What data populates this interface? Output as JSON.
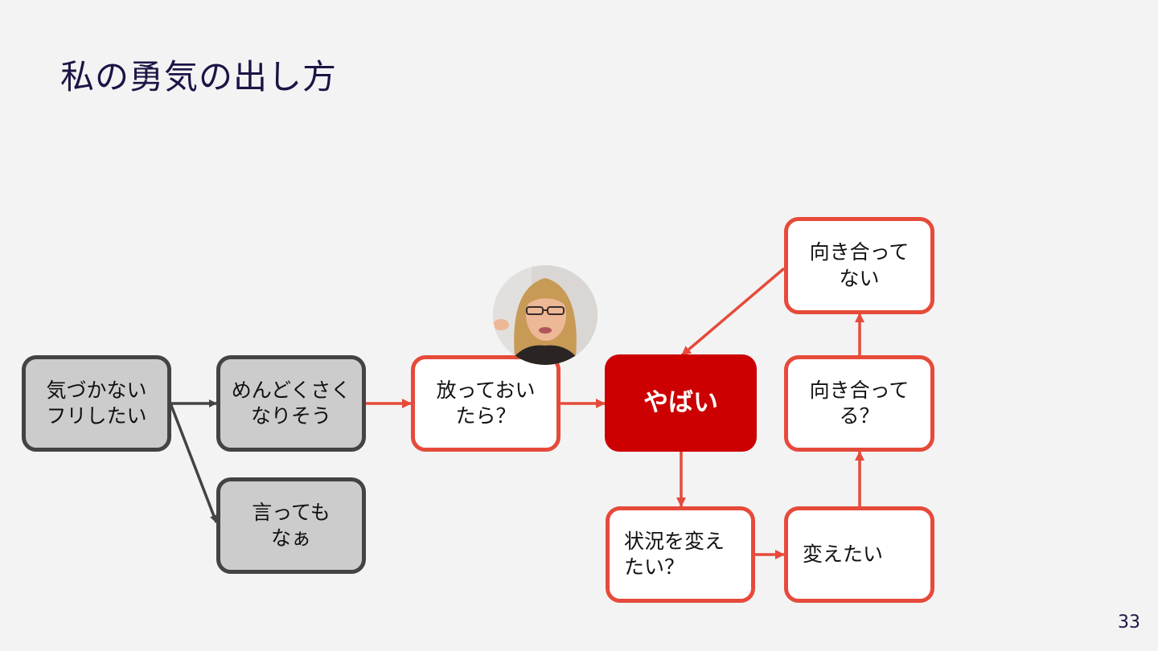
{
  "title": "私の勇気の出し方",
  "page_number": "33",
  "colors": {
    "gray_fill": "#cccccc",
    "gray_border": "#434343",
    "red_border": "#e64a3a",
    "solid_red": "#cc0000",
    "title_text": "#1c1445"
  },
  "nodes": {
    "n1": "気づかない\nフリしたい",
    "n2": "めんどくさく\nなりそう",
    "n3": "言っても\nなぁ",
    "n4": "放っておい\nたら？",
    "n5": "やばい",
    "n6": "状況を変え\nたい？",
    "n7": "変えたい",
    "n8": "向き合って\nる？",
    "n9": "向き合って\nない"
  },
  "edges": [
    {
      "from": "n1",
      "to": "n2"
    },
    {
      "from": "n1",
      "to": "n3"
    },
    {
      "from": "n2",
      "to": "n4"
    },
    {
      "from": "n4",
      "to": "n5"
    },
    {
      "from": "n5",
      "to": "n6"
    },
    {
      "from": "n6",
      "to": "n7"
    },
    {
      "from": "n7",
      "to": "n8"
    },
    {
      "from": "n8",
      "to": "n9"
    },
    {
      "from": "n9",
      "to": "n5"
    }
  ],
  "avatar_icon": "person-photo"
}
